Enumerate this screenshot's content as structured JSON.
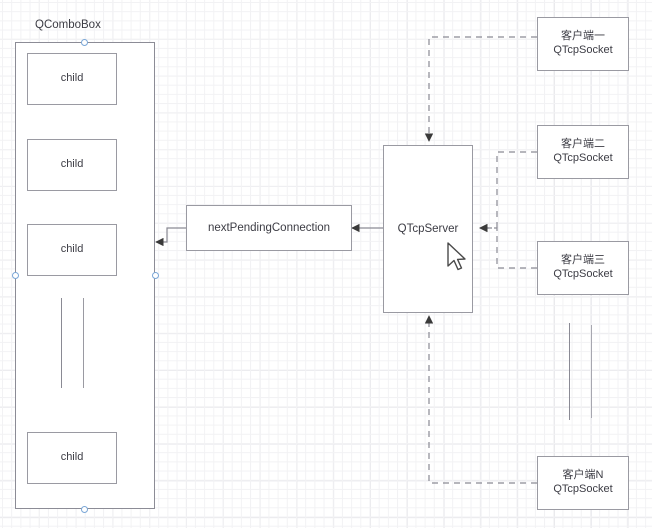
{
  "diagram": {
    "title_label": "QComboBox",
    "combobox": {
      "label": "QComboBox",
      "children": [
        {
          "label": "child"
        },
        {
          "label": "child"
        },
        {
          "label": "child"
        },
        {
          "label": "child"
        }
      ],
      "ellipsis": "vertical-ellipsis"
    },
    "nodes": {
      "next_pending_connection": "nextPendingConnection",
      "qtcp_server": "QTcpServer"
    },
    "clients": [
      {
        "name": "客户端一",
        "type": "QTcpSocket"
      },
      {
        "name": "客户端二",
        "type": "QTcpSocket"
      },
      {
        "name": "客户端三",
        "type": "QTcpSocket"
      },
      {
        "name": "客户端N",
        "type": "QTcpSocket"
      }
    ],
    "client_ellipsis": "vertical-ellipsis",
    "colors": {
      "node_border": "#9a9aa2",
      "edge_solid": "#8a8a94",
      "edge_dashed": "#8a8a94",
      "handle_stroke": "#7ba7d7",
      "grid_minor": "#f2f2f4",
      "grid_major": "#e6e6ea",
      "text": "#3c3c44",
      "canvas": "#ffffff"
    }
  }
}
